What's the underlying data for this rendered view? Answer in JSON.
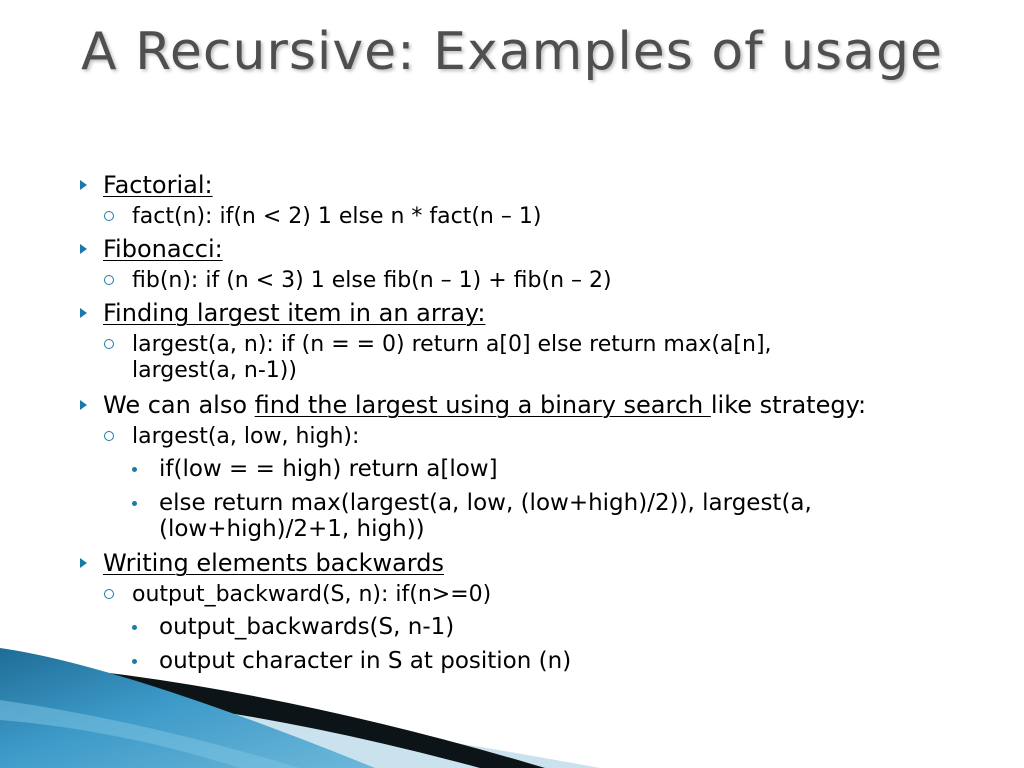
{
  "slide": {
    "title": "A Recursive: Examples of usage",
    "items": [
      {
        "label": "Factorial:"
      },
      {
        "text": "fact(n):  if(n < 2) 1 else n * fact(n – 1)"
      },
      {
        "label": "Fibonacci:"
      },
      {
        "text": "fib(n):  if (n < 3) 1 else fib(n – 1) + fib(n – 2)"
      },
      {
        "label": "Finding largest item in an array:"
      },
      {
        "line1": "largest(a, n):  if (n = = 0) return a[0] else return max(a[n],",
        "line2": "largest(a, n-1))"
      },
      {
        "pre": "We can also ",
        "link": "find the largest using a binary search ",
        "post": "like strategy:"
      },
      {
        "text": "largest(a, low, high):"
      },
      {
        "text": "if(low = = high) return a[low]"
      },
      {
        "line1": "else return max(largest(a, low, (low+high)/2)), largest(a,",
        "line2": "(low+high)/2+1, high))"
      },
      {
        "label": "Writing elements backwards"
      },
      {
        "text": "output_backward(S, n): if(n>=0)"
      },
      {
        "text": "output_backwards(S, n-1)"
      },
      {
        "text": "output character in S at position (n)"
      }
    ]
  },
  "colors": {
    "bullet": "#1c7aa8",
    "title": "#4f4f4f",
    "swoosh_dark": "#0c1418",
    "swoosh_blue": "#3d9ac8"
  }
}
